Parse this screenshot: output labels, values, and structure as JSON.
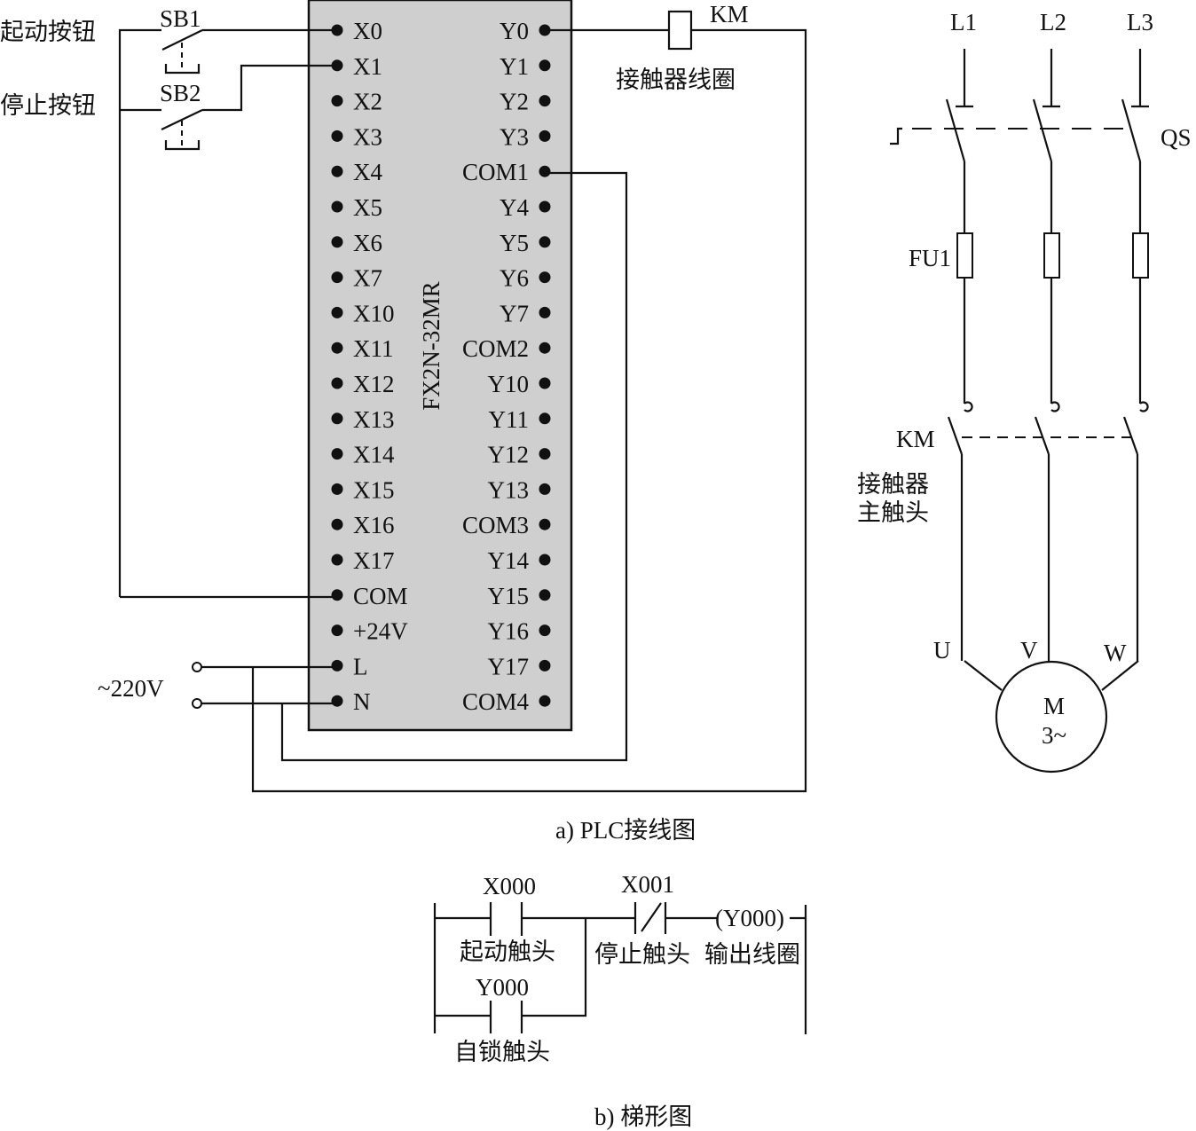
{
  "captions": {
    "wiring": "a) PLC接线图",
    "ladder": "b) 梯形图"
  },
  "plc": {
    "model": "FX2N-32MR",
    "left_terminals": [
      "X0",
      "X1",
      "X2",
      "X3",
      "X4",
      "X5",
      "X6",
      "X7",
      "X10",
      "X11",
      "X12",
      "X13",
      "X14",
      "X15",
      "X16",
      "X17",
      "COM",
      "+24V",
      "L",
      "N"
    ],
    "right_terminals": [
      "Y0",
      "Y1",
      "Y2",
      "Y3",
      "COM1",
      "Y4",
      "Y5",
      "Y6",
      "Y7",
      "COM2",
      "Y10",
      "Y11",
      "Y12",
      "Y13",
      "COM3",
      "Y14",
      "Y15",
      "Y16",
      "Y17",
      "COM4"
    ]
  },
  "inputs": {
    "start_button_label": "起动按钮",
    "start_button_id": "SB1",
    "stop_button_label": "停止按钮",
    "stop_button_id": "SB2",
    "supply": "~220V"
  },
  "output": {
    "coil_id": "KM",
    "coil_label": "接触器线圈"
  },
  "main_circuit": {
    "phases": [
      "L1",
      "L2",
      "L3"
    ],
    "switch_id": "QS",
    "fuse_id": "FU1",
    "contactor_id": "KM",
    "contactor_label_line1": "接触器",
    "contactor_label_line2": "主触头",
    "motor_terminals": [
      "U",
      "V",
      "W"
    ],
    "motor_label": "M",
    "motor_sub": "3~"
  },
  "ladder": {
    "start_contact": "X000",
    "start_label": "起动触头",
    "hold_contact": "Y000",
    "hold_label": "自锁触头",
    "stop_contact": "X001",
    "stop_label": "停止触头",
    "coil": "(Y000)",
    "coil_label": "输出线圈"
  }
}
